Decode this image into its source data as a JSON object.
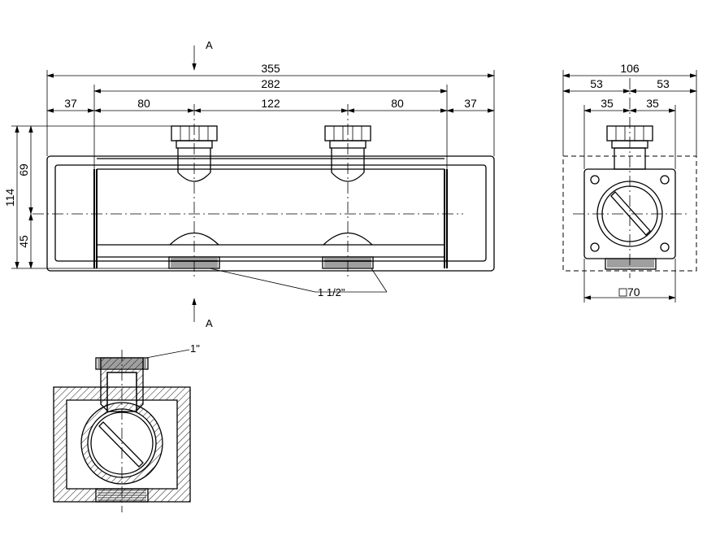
{
  "section_marks": {
    "top": "A",
    "bottom": "A"
  },
  "front_view": {
    "dims": {
      "overall": "355",
      "between_ends": "282",
      "left_end": "37",
      "left_pitch": "80",
      "center_pitch": "122",
      "right_pitch": "80",
      "right_end": "37",
      "height_total": "114",
      "height_upper": "69",
      "height_lower": "45"
    },
    "thread_callout": "1 1/2\""
  },
  "side_view": {
    "dims": {
      "width_total": "106",
      "half_left": "53",
      "half_right": "53",
      "inner_left": "35",
      "inner_right": "35",
      "square": "70"
    }
  },
  "section_view": {
    "thread_callout": "1\""
  }
}
